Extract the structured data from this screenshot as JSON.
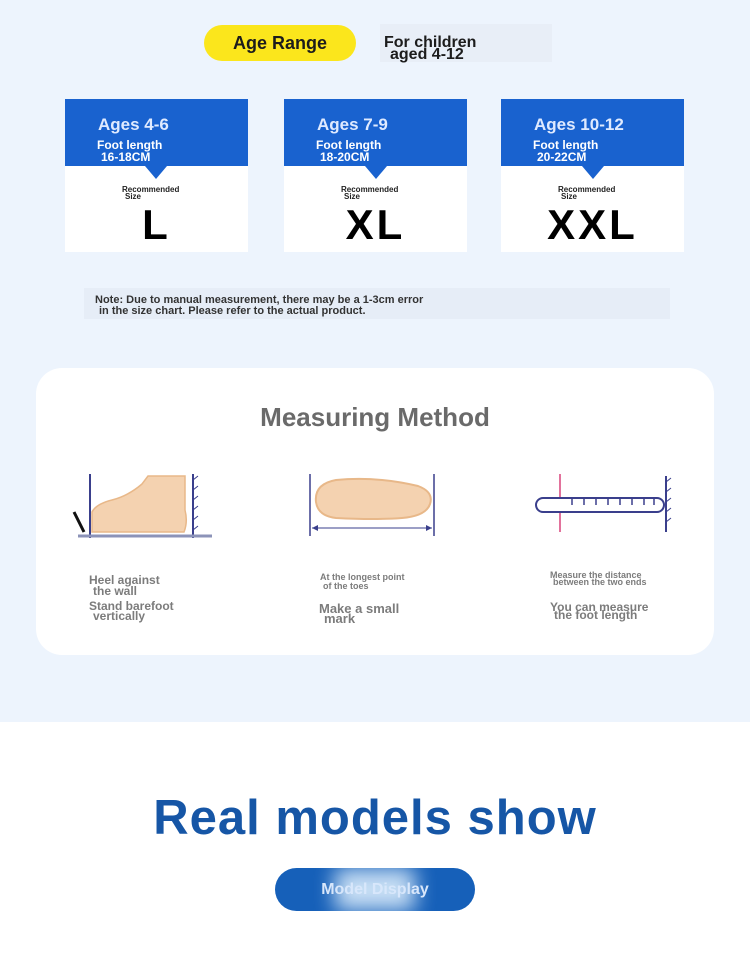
{
  "age": {
    "label": "Age Range",
    "sub_line1": "For children",
    "sub_line2": "aged 4-12"
  },
  "cards": [
    {
      "age": "Ages 4-6",
      "foot_label": "Foot length",
      "foot_range": "16-18CM",
      "rec_line1": "Recommended",
      "rec_line2": "Size",
      "size": "L"
    },
    {
      "age": "Ages 7-9",
      "foot_label": "Foot length",
      "foot_range": "18-20CM",
      "rec_line1": "Recommended",
      "rec_line2": "Size",
      "size": "XL"
    },
    {
      "age": "Ages 10-12",
      "foot_label": "Foot length",
      "foot_range": "20-22CM",
      "rec_line1": "Recommended",
      "rec_line2": "Size",
      "size": "XXL"
    }
  ],
  "note": {
    "line1": "Note: Due to manual measurement, there may be a 1-3cm error",
    "line2": "in the size chart. Please refer to the actual product."
  },
  "measuring": {
    "title": "Measuring Method",
    "steps": [
      {
        "a1": "Heel against",
        "a2": "the wall",
        "b1": "Stand barefoot",
        "b2": "vertically"
      },
      {
        "a1": "At the longest point",
        "a2": "of the toes",
        "b1": "Make a small",
        "b2": "mark"
      },
      {
        "a1": "Measure the distance",
        "a2": "between the two ends",
        "b1": "You can measure",
        "b2": "the foot length"
      }
    ]
  },
  "bottom": {
    "title": "Real models show",
    "button": "Model Display"
  },
  "colors": {
    "accent_blue": "#1962cf",
    "yellow": "#fbe61c",
    "title_blue": "#1656a6"
  }
}
